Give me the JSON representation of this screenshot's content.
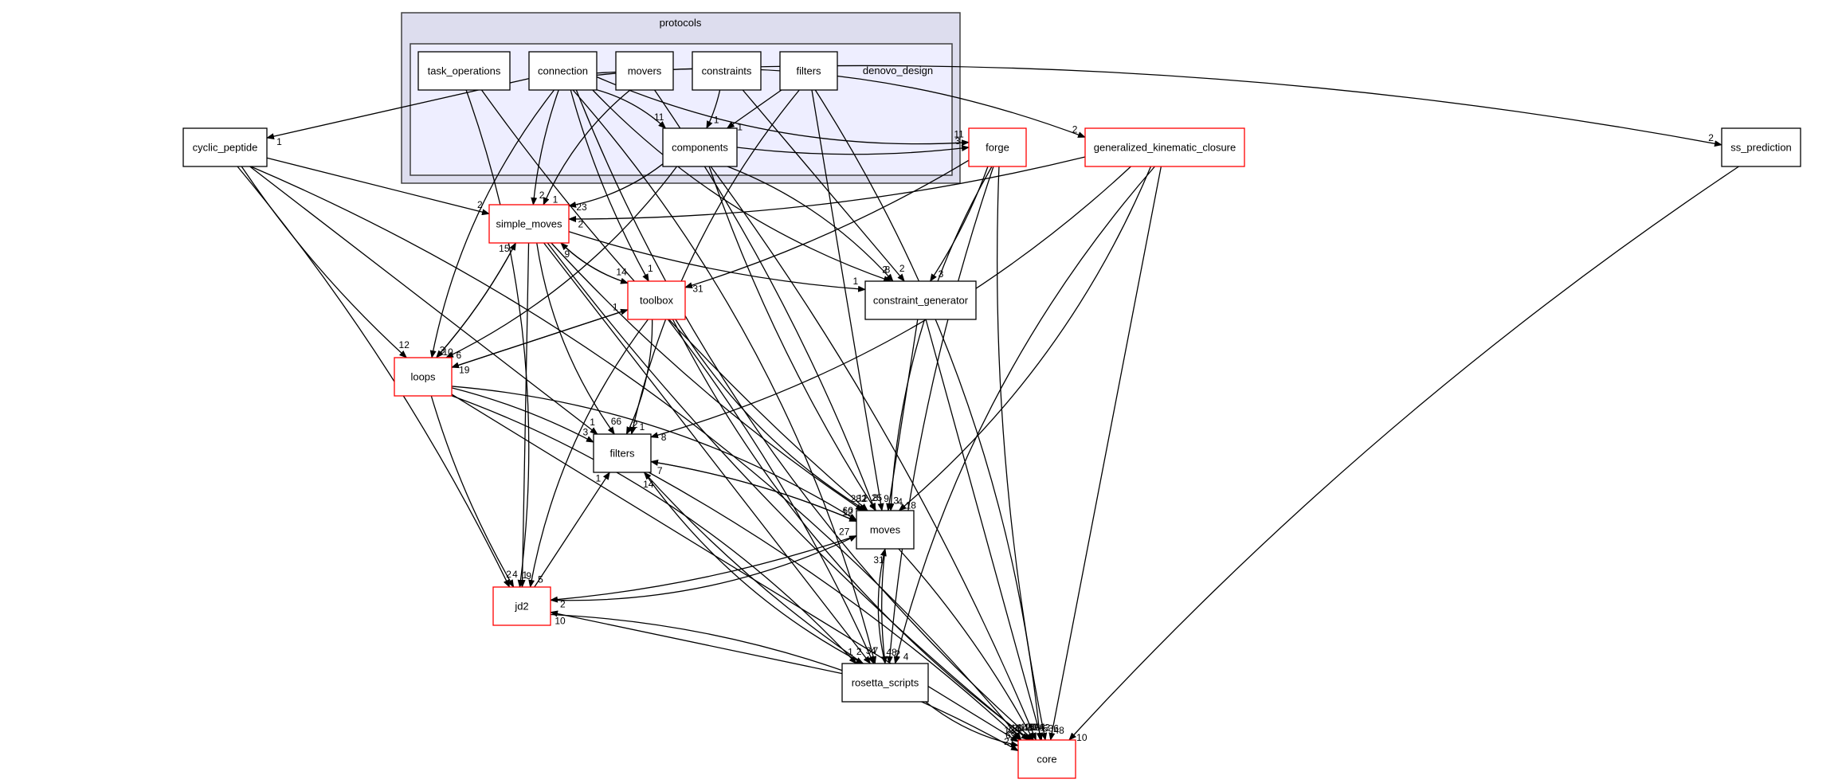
{
  "title": "protocols/denovo_design directory dependency graph",
  "colors": {
    "outer_cluster_fill": "#ddddee",
    "inner_cluster_fill": "#eeeeff",
    "cluster_border": "#404040",
    "node_border": "#000000",
    "linked_node_border": "#ff0000",
    "edge": "#000000"
  },
  "clusters": {
    "outer": {
      "label": "protocols"
    },
    "inner": {
      "label": "denovo_design"
    }
  },
  "nodes": [
    {
      "id": "task_operations",
      "label": "task_operations",
      "style": "plain",
      "group": "inner"
    },
    {
      "id": "connection",
      "label": "connection",
      "style": "plain",
      "group": "inner"
    },
    {
      "id": "movers",
      "label": "movers",
      "style": "plain",
      "group": "inner"
    },
    {
      "id": "constraints",
      "label": "constraints",
      "style": "plain",
      "group": "inner"
    },
    {
      "id": "dd_filters",
      "label": "filters",
      "style": "plain",
      "group": "inner"
    },
    {
      "id": "components",
      "label": "components",
      "style": "plain",
      "group": "inner"
    },
    {
      "id": "forge",
      "label": "forge",
      "style": "red",
      "group": "outer"
    },
    {
      "id": "gkc",
      "label": "generalized_kinematic_closure",
      "style": "red",
      "group": "outer"
    },
    {
      "id": "ss_prediction",
      "label": "ss_prediction",
      "style": "plain",
      "group": "outer"
    },
    {
      "id": "cyclic_peptide",
      "label": "cyclic_peptide",
      "style": "plain",
      "group": "outer"
    },
    {
      "id": "simple_moves",
      "label": "simple_moves",
      "style": "red",
      "group": "outer"
    },
    {
      "id": "toolbox",
      "label": "toolbox",
      "style": "red",
      "group": "outer"
    },
    {
      "id": "constraint_generator",
      "label": "constraint_generator",
      "style": "plain",
      "group": "outer"
    },
    {
      "id": "loops",
      "label": "loops",
      "style": "red",
      "group": "outer"
    },
    {
      "id": "filters",
      "label": "filters",
      "style": "plain",
      "group": "outer"
    },
    {
      "id": "moves",
      "label": "moves",
      "style": "plain",
      "group": "outer"
    },
    {
      "id": "jd2",
      "label": "jd2",
      "style": "red",
      "group": "outer"
    },
    {
      "id": "rosetta_scripts",
      "label": "rosetta_scripts",
      "style": "plain",
      "group": "outer"
    },
    {
      "id": "core",
      "label": "core",
      "style": "red",
      "group": "outer"
    }
  ],
  "edges": [
    {
      "from": "connection",
      "to": "components",
      "label": "11"
    },
    {
      "from": "constraints",
      "to": "components",
      "label": "1"
    },
    {
      "from": "dd_filters",
      "to": "components",
      "label": "1"
    },
    {
      "from": "components",
      "to": "forge",
      "label": "3"
    },
    {
      "from": "connection",
      "to": "forge",
      "label": "11"
    },
    {
      "from": "connection",
      "to": "gkc",
      "label": "2"
    },
    {
      "from": "connection",
      "to": "ss_prediction",
      "label": "2"
    },
    {
      "from": "connection",
      "to": "cyclic_peptide",
      "label": "1"
    },
    {
      "from": "connection",
      "to": "simple_moves",
      "label": "2"
    },
    {
      "from": "movers",
      "to": "simple_moves",
      "label": "1"
    },
    {
      "from": "components",
      "to": "simple_moves",
      "label": "23"
    },
    {
      "from": "gkc",
      "to": "simple_moves",
      "label": "2"
    },
    {
      "from": "cyclic_peptide",
      "to": "simple_moves",
      "label": "2"
    },
    {
      "from": "connection",
      "to": "toolbox",
      "label": "1"
    },
    {
      "from": "simple_moves",
      "to": "toolbox",
      "label": "14"
    },
    {
      "from": "toolbox",
      "to": "simple_moves",
      "label": "9"
    },
    {
      "from": "forge",
      "to": "toolbox",
      "label": "31"
    },
    {
      "from": "loops",
      "to": "toolbox",
      "label": "1"
    },
    {
      "from": "simple_moves",
      "to": "constraint_generator",
      "label": "1"
    },
    {
      "from": "connection",
      "to": "constraint_generator",
      "label": "2"
    },
    {
      "from": "components",
      "to": "constraint_generator",
      "label": "8"
    },
    {
      "from": "forge",
      "to": "constraint_generator",
      "label": "3"
    },
    {
      "from": "constraints",
      "to": "constraint_generator",
      "label": "2"
    },
    {
      "from": "cyclic_peptide",
      "to": "loops",
      "label": "12"
    },
    {
      "from": "connection",
      "to": "loops",
      "label": "3"
    },
    {
      "from": "components",
      "to": "loops",
      "label": "6"
    },
    {
      "from": "simple_moves",
      "to": "loops",
      "label": "10"
    },
    {
      "from": "toolbox",
      "to": "loops",
      "label": "19"
    },
    {
      "from": "loops",
      "to": "simple_moves",
      "label": "15"
    },
    {
      "from": "simple_moves",
      "to": "filters",
      "label": "66"
    },
    {
      "from": "toolbox",
      "to": "filters",
      "label": "2"
    },
    {
      "from": "loops",
      "to": "filters",
      "label": "3"
    },
    {
      "from": "cyclic_peptide",
      "to": "filters",
      "label": "1"
    },
    {
      "from": "moves",
      "to": "filters",
      "label": "7"
    },
    {
      "from": "dd_filters",
      "to": "filters",
      "label": "1"
    },
    {
      "from": "gkc",
      "to": "filters",
      "label": "8"
    },
    {
      "from": "rosetta_scripts",
      "to": "filters",
      "label": "14"
    },
    {
      "from": "jd2",
      "to": "filters",
      "label": "1"
    },
    {
      "from": "simple_moves",
      "to": "moves",
      "label": "282"
    },
    {
      "from": "toolbox",
      "to": "moves",
      "label": "12"
    },
    {
      "from": "loops",
      "to": "moves",
      "label": "60"
    },
    {
      "from": "filters",
      "to": "moves",
      "label": "12"
    },
    {
      "from": "constraint_generator",
      "to": "moves",
      "label": "3"
    },
    {
      "from": "components",
      "to": "moves",
      "label": "25"
    },
    {
      "from": "forge",
      "to": "moves",
      "label": "4"
    },
    {
      "from": "gkc",
      "to": "moves",
      "label": "18"
    },
    {
      "from": "movers",
      "to": "moves",
      "label": "8"
    },
    {
      "from": "dd_filters",
      "to": "moves",
      "label": "9"
    },
    {
      "from": "task_operations",
      "to": "moves",
      "label": "1"
    },
    {
      "from": "jd2",
      "to": "moves",
      "label": "27"
    },
    {
      "from": "rosetta_scripts",
      "to": "moves",
      "label": "31"
    },
    {
      "from": "cyclic_peptide",
      "to": "jd2",
      "label": "2"
    },
    {
      "from": "simple_moves",
      "to": "jd2",
      "label": "9"
    },
    {
      "from": "loops",
      "to": "jd2",
      "label": "4"
    },
    {
      "from": "toolbox",
      "to": "jd2",
      "label": "5"
    },
    {
      "from": "task_operations",
      "to": "jd2",
      "label": "1"
    },
    {
      "from": "moves",
      "to": "jd2",
      "label": "2"
    },
    {
      "from": "rosetta_scripts",
      "to": "jd2",
      "label": "10"
    },
    {
      "from": "moves",
      "to": "rosetta_scripts",
      "label": "48"
    },
    {
      "from": "filters",
      "to": "rosetta_scripts",
      "label": "2"
    },
    {
      "from": "loops",
      "to": "rosetta_scripts",
      "label": "1"
    },
    {
      "from": "toolbox",
      "to": "rosetta_scripts",
      "label": "4"
    },
    {
      "from": "simple_moves",
      "to": "rosetta_scripts",
      "label": "3"
    },
    {
      "from": "forge",
      "to": "rosetta_scripts",
      "label": "2"
    },
    {
      "from": "gkc",
      "to": "rosetta_scripts",
      "label": "4"
    },
    {
      "from": "connection",
      "to": "rosetta_scripts",
      "label": "7"
    },
    {
      "from": "moves",
      "to": "core",
      "label": "132"
    },
    {
      "from": "constraint_generator",
      "to": "core",
      "label": "83"
    },
    {
      "from": "forge",
      "to": "core",
      "label": "536"
    },
    {
      "from": "rosetta_scripts",
      "to": "core",
      "label": "69"
    },
    {
      "from": "jd2",
      "to": "core",
      "label": "21"
    },
    {
      "from": "filters",
      "to": "core",
      "label": "180"
    },
    {
      "from": "loops",
      "to": "core",
      "label": "135"
    },
    {
      "from": "simple_moves",
      "to": "core",
      "label": "148"
    },
    {
      "from": "toolbox",
      "to": "core",
      "label": "120"
    },
    {
      "from": "cyclic_peptide",
      "to": "core",
      "label": "19"
    },
    {
      "from": "components",
      "to": "core",
      "label": "124"
    },
    {
      "from": "gkc",
      "to": "core",
      "label": "48"
    },
    {
      "from": "ss_prediction",
      "to": "core",
      "label": "10"
    },
    {
      "from": "connection",
      "to": "core",
      "label": "78"
    },
    {
      "from": "dd_filters",
      "to": "core",
      "label": "4"
    }
  ]
}
